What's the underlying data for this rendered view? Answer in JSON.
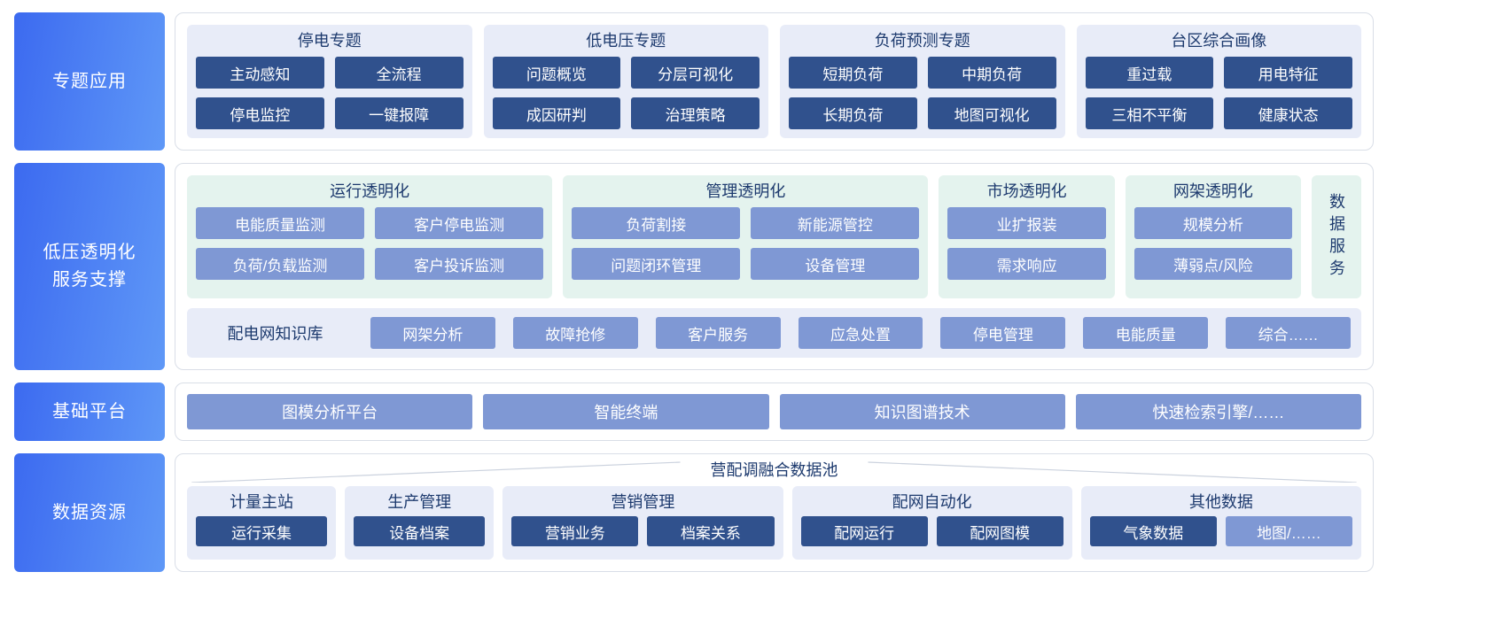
{
  "palette": {
    "sidebar_gradient_start": "#3C6AF0",
    "sidebar_gradient_end": "#5F98F7",
    "dark_block": "#30518D",
    "medium_block": "#7F98D4",
    "light_blue_panel": "#E8ECF8",
    "light_green_panel": "#E4F3EE",
    "title_text": "#1D3A6E",
    "box_border": "#D9DEE7"
  },
  "sidebar": {
    "items": [
      {
        "label": "专题应用"
      },
      {
        "label": "低压透明化\n服务支撑"
      },
      {
        "label": "基础平台"
      },
      {
        "label": "数据资源"
      }
    ]
  },
  "topics": {
    "panels": [
      {
        "title": "停电专题",
        "buttons": [
          "主动感知",
          "全流程",
          "停电监控",
          "一键报障"
        ]
      },
      {
        "title": "低电压专题",
        "buttons": [
          "问题概览",
          "分层可视化",
          "成因研判",
          "治理策略"
        ]
      },
      {
        "title": "负荷预测专题",
        "buttons": [
          "短期负荷",
          "中期负荷",
          "长期负荷",
          "地图可视化"
        ]
      },
      {
        "title": "台区综合画像",
        "buttons": [
          "重过载",
          "用电特征",
          "三相不平衡",
          "健康状态"
        ]
      }
    ]
  },
  "transparency": {
    "panels": [
      {
        "title": "运行透明化",
        "buttons": [
          "电能质量监测",
          "客户停电监测",
          "负荷/负载监测",
          "客户投诉监测"
        ]
      },
      {
        "title": "管理透明化",
        "buttons": [
          "负荷割接",
          "新能源管控",
          "问题闭环管理",
          "设备管理"
        ]
      },
      {
        "title": "市场透明化",
        "buttons": [
          "业扩报装",
          "需求响应"
        ]
      },
      {
        "title": "网架透明化",
        "buttons": [
          "规模分析",
          "薄弱点/风险"
        ]
      }
    ],
    "side_panel": "数据服务",
    "knowledge": {
      "label": "配电网知识库",
      "buttons": [
        "网架分析",
        "故障抢修",
        "客户服务",
        "应急处置",
        "停电管理",
        "电能质量",
        "综合……"
      ]
    }
  },
  "platform": {
    "buttons": [
      "图模分析平台",
      "智能终端",
      "知识图谱技术",
      "快速检索引擎/……"
    ]
  },
  "data_resources": {
    "pool_title": "营配调融合数据池",
    "panels": [
      {
        "title": "计量主站",
        "buttons": [
          "运行采集"
        ]
      },
      {
        "title": "生产管理",
        "buttons": [
          "设备档案"
        ]
      },
      {
        "title": "营销管理",
        "buttons": [
          "营销业务",
          "档案关系"
        ]
      },
      {
        "title": "配网自动化",
        "buttons": [
          "配网运行",
          "配网图模"
        ]
      },
      {
        "title": "其他数据",
        "buttons": [
          "气象数据",
          "地图/……"
        ]
      }
    ]
  }
}
